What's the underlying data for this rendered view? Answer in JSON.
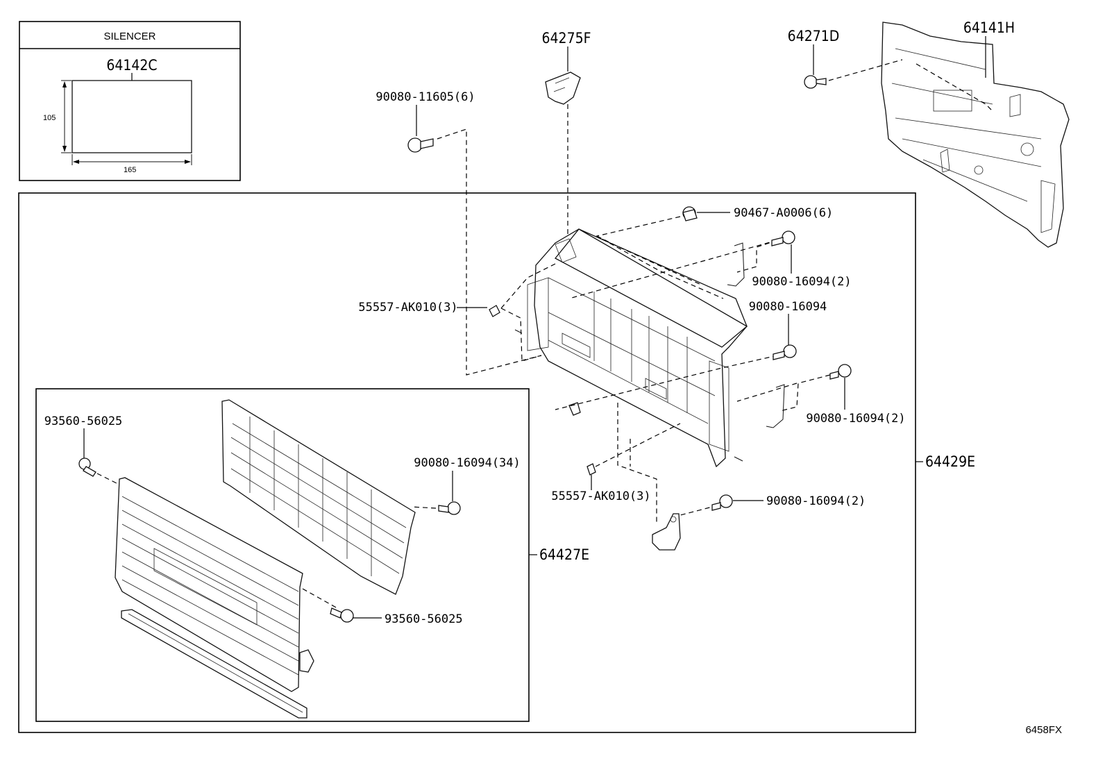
{
  "silencer_box": {
    "title": "SILENCER",
    "part": "64142C",
    "height_dim": "105",
    "width_dim": "165"
  },
  "labels": {
    "p64275F": "64275F",
    "p64271D": "64271D",
    "p64141H": "64141H",
    "p90080_11605": "90080-11605(6)",
    "p90467_A0006": "90467-A0006(6)",
    "p90080_16094_2_top": "90080-16094(2)",
    "p55557_AK010_top": "55557-AK010(3)",
    "p90080_16094_mid": "90080-16094",
    "p90080_16094_2_right": "90080-16094(2)",
    "p64429E": "64429E",
    "p93560_56025_top": "93560-56025",
    "p90080_16094_34": "90080-16094(34)",
    "p64427E": "64427E",
    "p55557_AK010_bottom": "55557-AK010(3)",
    "p90080_16094_2_bottom": "90080-16094(2)",
    "p93560_56025_bottom": "93560-56025",
    "diagram_id": "6458FX"
  }
}
